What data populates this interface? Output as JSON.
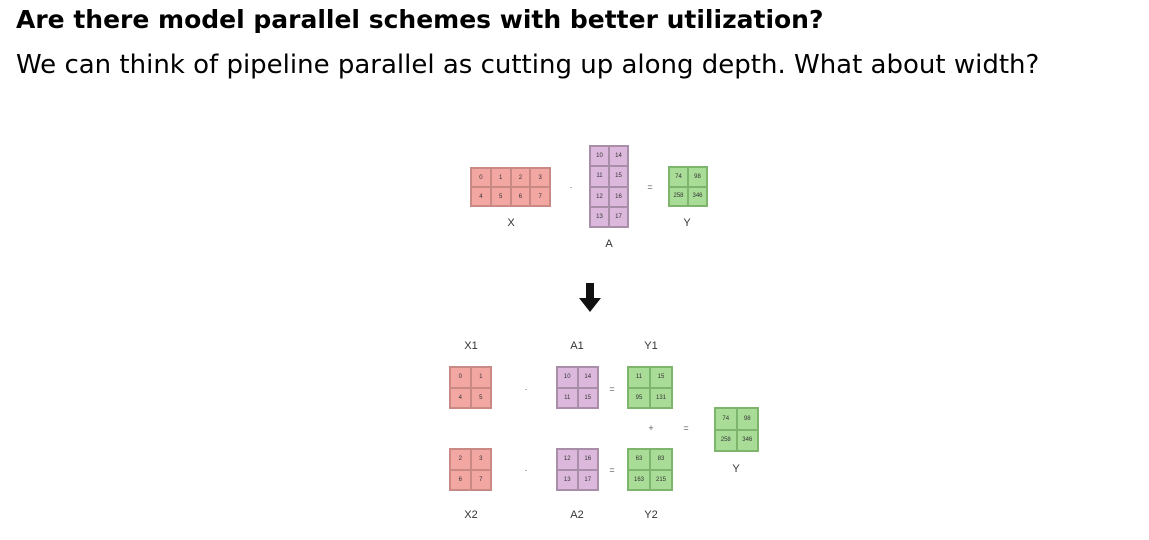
{
  "title": "Are there model parallel schemes with better utilization?",
  "subtitle": "We can think of pipeline parallel as cutting up along depth. What about width?",
  "operators": {
    "dot": "·",
    "equals": "=",
    "plus": "+"
  },
  "colors": {
    "red": "#f3a7a3",
    "purple": "#dcb9dc",
    "green": "#a9dd97"
  },
  "matrices": {
    "X": {
      "label": "X",
      "rows": [
        [
          "0",
          "1",
          "2",
          "3"
        ],
        [
          "4",
          "5",
          "6",
          "7"
        ]
      ]
    },
    "A": {
      "label": "A",
      "rows": [
        [
          "10",
          "14"
        ],
        [
          "11",
          "15"
        ],
        [
          "12",
          "16"
        ],
        [
          "13",
          "17"
        ]
      ]
    },
    "Y": {
      "label": "Y",
      "rows": [
        [
          "74",
          "98"
        ],
        [
          "258",
          "346"
        ]
      ]
    },
    "X1": {
      "label": "X1",
      "rows": [
        [
          "0",
          "1"
        ],
        [
          "4",
          "5"
        ]
      ]
    },
    "A1": {
      "label": "A1",
      "rows": [
        [
          "10",
          "14"
        ],
        [
          "11",
          "15"
        ]
      ]
    },
    "Y1": {
      "label": "Y1",
      "rows": [
        [
          "11",
          "15"
        ],
        [
          "95",
          "131"
        ]
      ]
    },
    "X2": {
      "label": "X2",
      "rows": [
        [
          "2",
          "3"
        ],
        [
          "6",
          "7"
        ]
      ]
    },
    "A2": {
      "label": "A2",
      "rows": [
        [
          "12",
          "16"
        ],
        [
          "13",
          "17"
        ]
      ]
    },
    "Y2": {
      "label": "Y2",
      "rows": [
        [
          "63",
          "83"
        ],
        [
          "163",
          "215"
        ]
      ]
    },
    "Yf": {
      "label": "Y",
      "rows": [
        [
          "74",
          "98"
        ],
        [
          "258",
          "346"
        ]
      ]
    }
  }
}
